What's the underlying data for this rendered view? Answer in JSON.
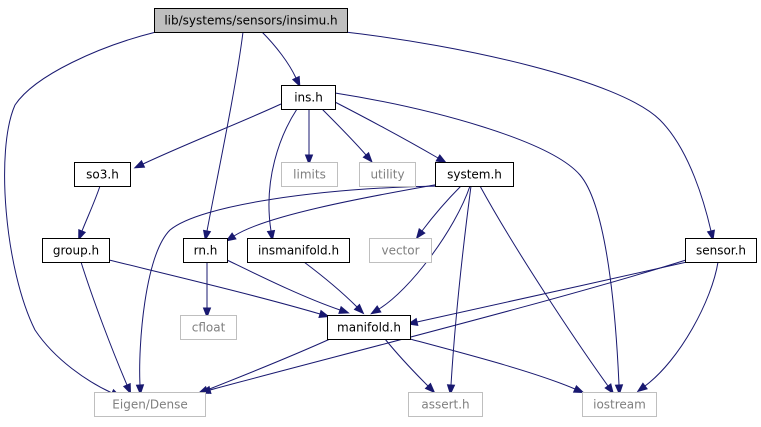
{
  "graph": {
    "colors": {
      "edge": "#191970",
      "root_fill": "#bfbfbf",
      "node_border": "#000000",
      "external_border": "#bfbfbf",
      "external_text": "#7f7f7f",
      "text": "#000000"
    },
    "nodes": {
      "root": {
        "label": "lib/systems/sensors/insimu.h",
        "kind": "root"
      },
      "ins": {
        "label": "ins.h",
        "kind": "header"
      },
      "so3": {
        "label": "so3.h",
        "kind": "header"
      },
      "limits": {
        "label": "limits",
        "kind": "external"
      },
      "utility": {
        "label": "utility",
        "kind": "external"
      },
      "system": {
        "label": "system.h",
        "kind": "header"
      },
      "group": {
        "label": "group.h",
        "kind": "header"
      },
      "rn": {
        "label": "rn.h",
        "kind": "header"
      },
      "insmanifold": {
        "label": "insmanifold.h",
        "kind": "header"
      },
      "vector": {
        "label": "vector",
        "kind": "external"
      },
      "sensor": {
        "label": "sensor.h",
        "kind": "header"
      },
      "cfloat": {
        "label": "cfloat",
        "kind": "external"
      },
      "manifold": {
        "label": "manifold.h",
        "kind": "header"
      },
      "eigen": {
        "label": "Eigen/Dense",
        "kind": "external"
      },
      "assert": {
        "label": "assert.h",
        "kind": "external"
      },
      "iostream": {
        "label": "iostream",
        "kind": "external"
      }
    },
    "edges": [
      [
        "root",
        "ins"
      ],
      [
        "root",
        "rn"
      ],
      [
        "root",
        "sensor"
      ],
      [
        "root",
        "eigen"
      ],
      [
        "ins",
        "so3"
      ],
      [
        "ins",
        "limits"
      ],
      [
        "ins",
        "utility"
      ],
      [
        "ins",
        "system"
      ],
      [
        "ins",
        "insmanifold"
      ],
      [
        "ins",
        "iostream"
      ],
      [
        "so3",
        "group"
      ],
      [
        "system",
        "rn"
      ],
      [
        "system",
        "vector"
      ],
      [
        "system",
        "eigen"
      ],
      [
        "system",
        "manifold"
      ],
      [
        "system",
        "assert"
      ],
      [
        "system",
        "iostream"
      ],
      [
        "group",
        "eigen"
      ],
      [
        "group",
        "manifold"
      ],
      [
        "rn",
        "cfloat"
      ],
      [
        "rn",
        "manifold"
      ],
      [
        "insmanifold",
        "manifold"
      ],
      [
        "sensor",
        "manifold"
      ],
      [
        "sensor",
        "eigen"
      ],
      [
        "sensor",
        "iostream"
      ],
      [
        "manifold",
        "eigen"
      ],
      [
        "manifold",
        "assert"
      ],
      [
        "manifold",
        "iostream"
      ]
    ]
  }
}
